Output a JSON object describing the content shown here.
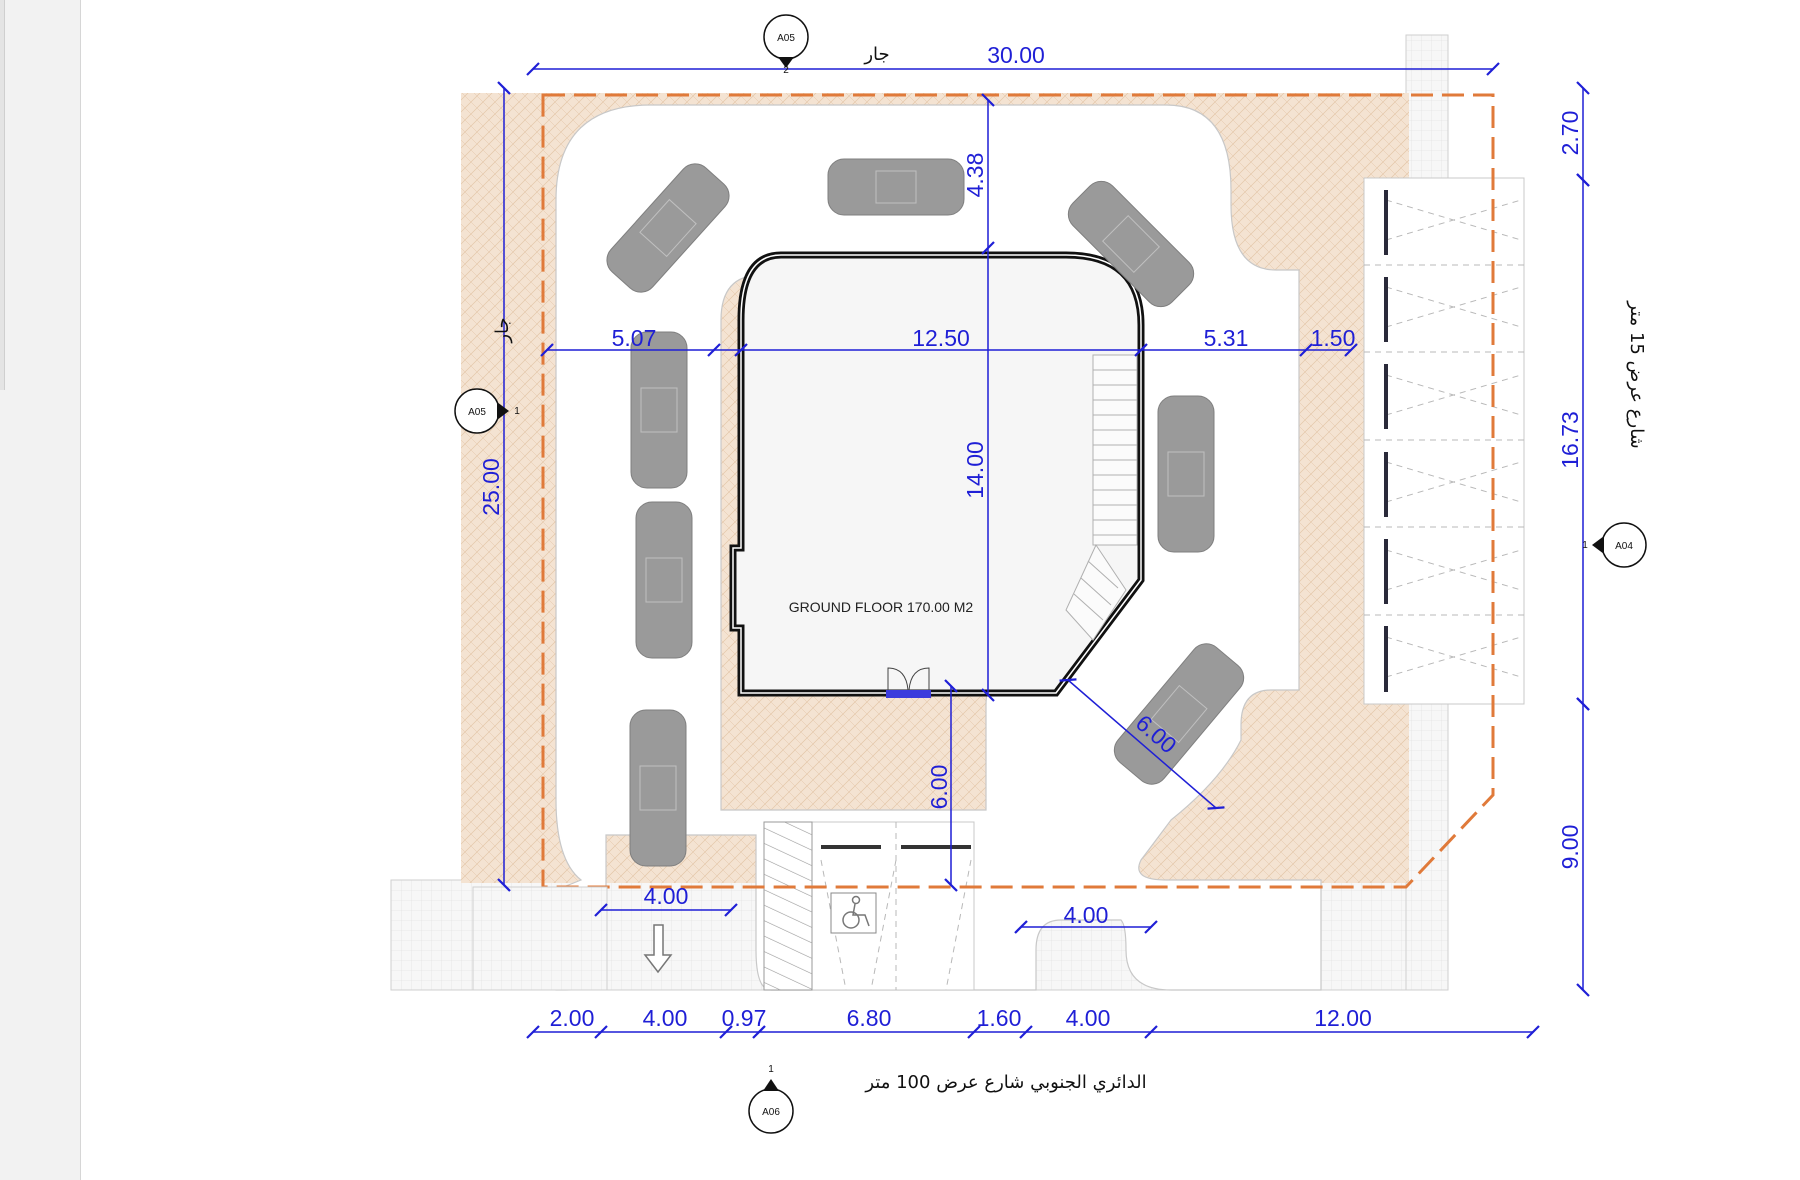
{
  "drawing": {
    "room_label": "GROUND FLOOR 170.00 M2",
    "neighbor_top": "جار",
    "neighbor_left": "جار",
    "street_right": "شارع عرض 15 متر",
    "street_bottom": "الدائري الجنوبي شارع عرض 100 متر",
    "section_tags": [
      {
        "code": "A05",
        "num": "2"
      },
      {
        "code": "A05",
        "num": "1"
      },
      {
        "code": "A04",
        "num": "1"
      },
      {
        "code": "A06",
        "num": "1"
      }
    ],
    "dimensions": {
      "top_width": "30.00",
      "left_height": "25.00",
      "right_top": "2.70",
      "right_mid": "16.73",
      "right_bot": "9.00",
      "bldg_width": "12.50",
      "bldg_height": "14.00",
      "top_setback": "4.38",
      "left_setback": "5.07",
      "right_setback": "5.31",
      "right_strip": "1.50",
      "diag": "6.00",
      "entry": "6.00",
      "gate_left": "4.00",
      "gate_right": "4.00",
      "bottom": [
        "2.00",
        "4.00",
        "0.97",
        "6.80",
        "1.60",
        "4.00",
        "12.00"
      ]
    }
  },
  "colors": {
    "dimension": "#1f1fd6",
    "boundary": "#e07a3a",
    "wall": "#111111",
    "car": "#9a9a9a",
    "paving": "#f4e3d2",
    "door": "#3b3bdd"
  },
  "icons": [
    "wheelchair-icon",
    "exit-arrow-icon",
    "section-marker-icon"
  ]
}
